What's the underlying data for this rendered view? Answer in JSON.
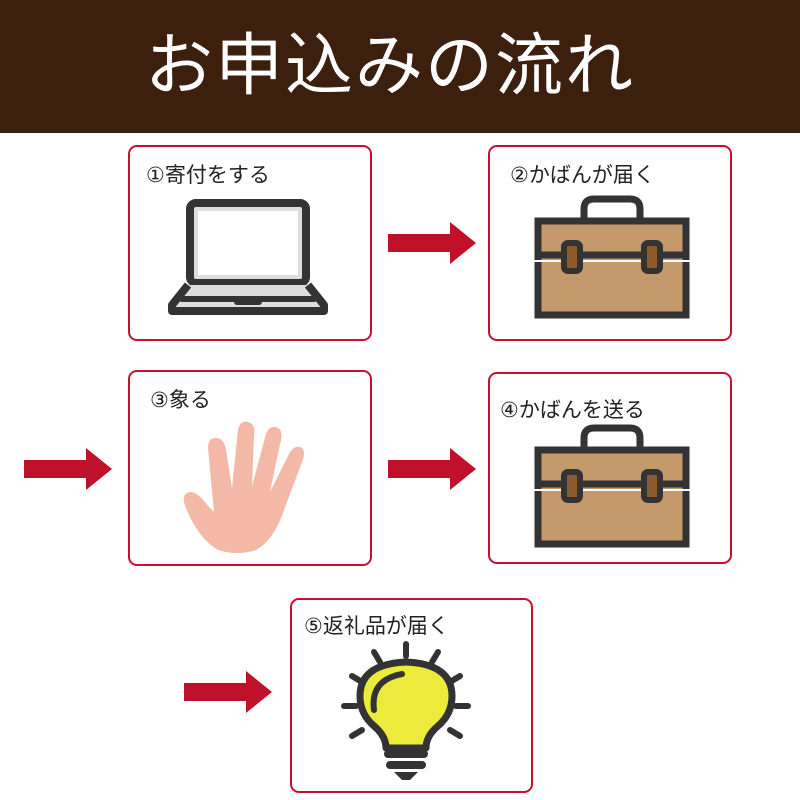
{
  "header": {
    "title": "お申込みの流れ"
  },
  "steps": [
    {
      "label": "①寄付をする",
      "icon": "laptop-icon"
    },
    {
      "label": "②かばんが届く",
      "icon": "briefcase-icon"
    },
    {
      "label": "③象る",
      "icon": "hand-icon"
    },
    {
      "label": "④かばんを送る",
      "icon": "briefcase-icon"
    },
    {
      "label": "⑤返礼品が届く",
      "icon": "lightbulb-icon"
    }
  ],
  "colors": {
    "header": "#3d1f0e",
    "accent": "#c8102e",
    "bag": "#c4996b",
    "hand": "#f4b8a6",
    "bulb": "#ecea3a"
  }
}
